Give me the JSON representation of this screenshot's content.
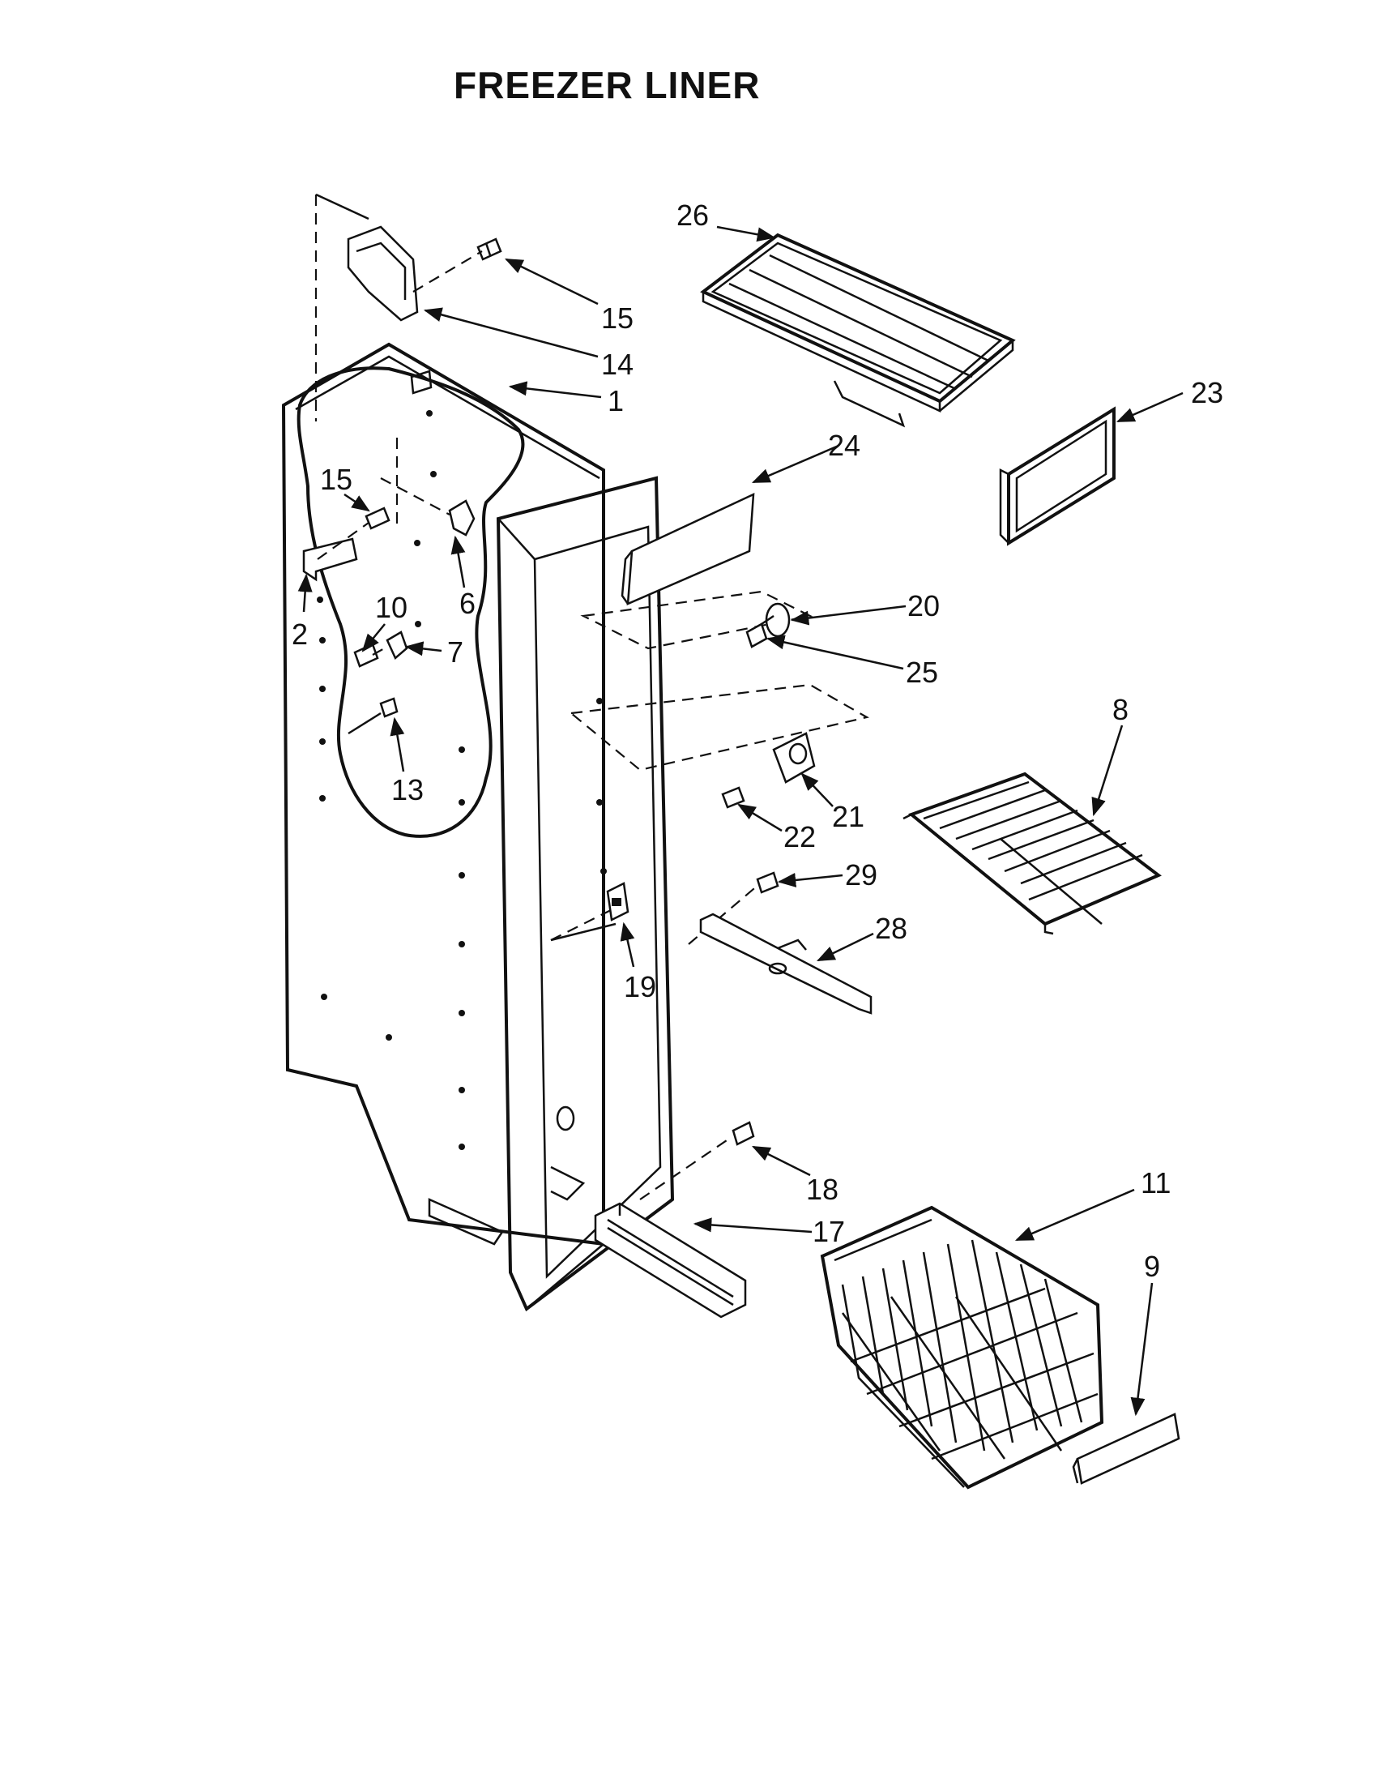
{
  "title": "FREEZER LINER",
  "callouts": {
    "c26": "26",
    "c15a": "15",
    "c14": "14",
    "c1": "1",
    "c23": "23",
    "c24": "24",
    "c15b": "15",
    "c6": "6",
    "c2": "2",
    "c10": "10",
    "c7": "7",
    "c20": "20",
    "c25": "25",
    "c8": "8",
    "c13": "13",
    "c21": "21",
    "c22": "22",
    "c29": "29",
    "c28": "28",
    "c19": "19",
    "c18": "18",
    "c11": "11",
    "c17": "17",
    "c9": "9"
  }
}
